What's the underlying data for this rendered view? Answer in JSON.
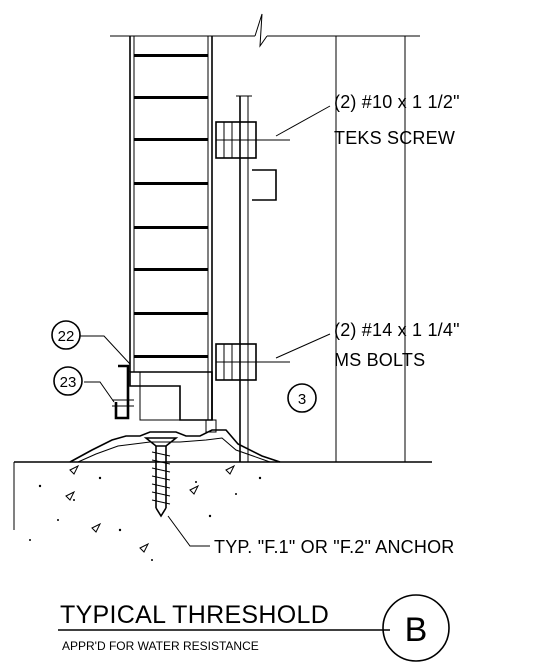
{
  "callouts": {
    "teks_qty": "(2) #10 x 1 1/2\"",
    "teks_name": "TEKS SCREW",
    "bolts_qty": "(2) #14 x 1 1/4\"",
    "bolts_name": "MS BOLTS",
    "anchor": "TYP. \"F.1\" OR \"F.2\" ANCHOR"
  },
  "tags": {
    "tag_22": "22",
    "tag_23": "23",
    "tag_3": "3"
  },
  "title_block": {
    "title": "TYPICAL THRESHOLD",
    "subtitle": "APPR'D FOR WATER RESISTANCE",
    "detail_letter": "B"
  }
}
